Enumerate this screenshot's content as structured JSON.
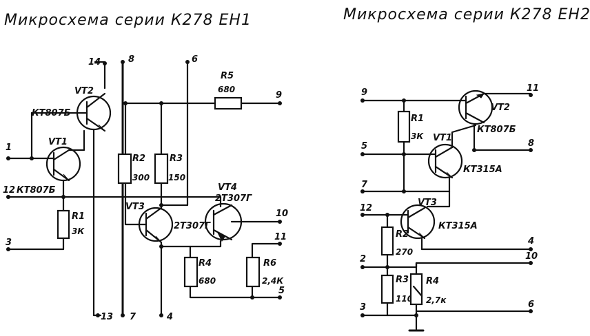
{
  "left": {
    "title": "Микросхема  серии К278 ЕН1",
    "pins": {
      "p14": "14",
      "p8": "8",
      "p6": "6",
      "p9": "9",
      "p1": "1",
      "p12": "12",
      "p3": "3",
      "p10": "10",
      "p11": "11",
      "p5": "5",
      "p13": "13",
      "p7": "7",
      "p4": "4"
    },
    "vt2": {
      "name": "VT2",
      "type": "КТ807Б"
    },
    "vt1": {
      "name": "VT1",
      "type": "КТ807Б"
    },
    "vt3": {
      "name": "VT3",
      "type": "2Т307Г"
    },
    "vt4": {
      "name": "VT4",
      "type": "2Т307Г"
    },
    "r1": {
      "name": "R1",
      "value": "3К"
    },
    "r2": {
      "name": "R2",
      "value": "300"
    },
    "r3": {
      "name": "R3",
      "value": "150"
    },
    "r4": {
      "name": "R4",
      "value": "680"
    },
    "r5": {
      "name": "R5",
      "value": "680"
    },
    "r6": {
      "name": "R6",
      "value": "2,4К"
    }
  },
  "right": {
    "title": "Микросхема  серии К278  ЕН2",
    "pins": {
      "p9": "9",
      "p11": "11",
      "p5": "5",
      "p8": "8",
      "p7": "7",
      "p12": "12",
      "p4": "4",
      "p2": "2",
      "p10": "10",
      "p3": "3",
      "p6": "6"
    },
    "vt2": {
      "name": "VT2",
      "type": "КТ807Б"
    },
    "vt1": {
      "name": "VT1",
      "type": "КТ315А"
    },
    "vt3": {
      "name": "VT3",
      "type": "КТ315А"
    },
    "r1": {
      "name": "R1",
      "value": "3К"
    },
    "r2": {
      "name": "R2",
      "value": "270"
    },
    "r3": {
      "name": "R3",
      "value": "110"
    },
    "r4": {
      "name": "R4",
      "value": "2,7к"
    }
  }
}
